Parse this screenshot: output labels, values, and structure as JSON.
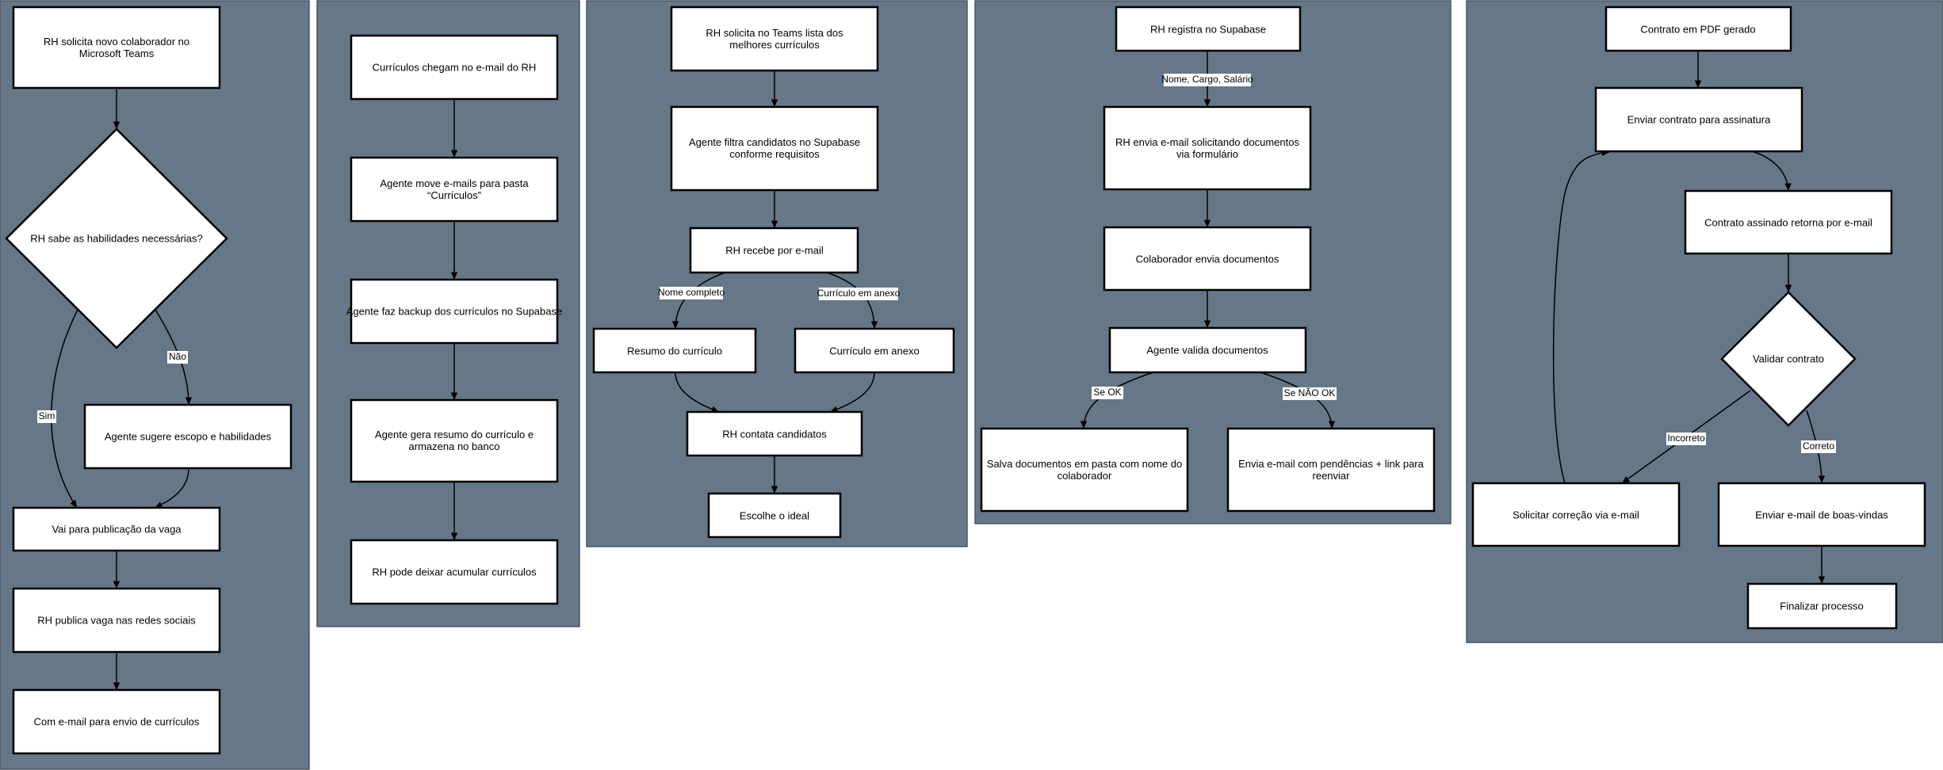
{
  "lanes": {
    "solicitacao": {
      "n1": "RH solicita novo colaborador no Microsoft Teams",
      "decision": "RH sabe as habilidades necessárias?",
      "yes_label": "Sim",
      "no_label": "Não",
      "n_agent": "Agente sugere escopo e habilidades",
      "n_pub": "Vai para publicação da vaga",
      "n_social": "RH publica vaga nas redes sociais",
      "n_email": "Com e-mail para envio de currículos"
    },
    "curriculos": {
      "n1": "Currículos chegam no e-mail do RH",
      "n2": "Agente move e-mails para pasta “Currículos”",
      "n3": "Agente faz backup dos currículos no Supabase",
      "n4": "Agente gera resumo do currículo e armazena no banco",
      "n5": "RH pode deixar acumular currículos"
    },
    "selecao": {
      "n1": "RH solicita no Teams lista dos melhores currículos",
      "n2": "Agente filtra candidatos no Supabase conforme requisitos",
      "n3": "RH recebe por e-mail",
      "l_left": "Nome completo",
      "l_right": "Currículo em anexo",
      "n_resumo": "Resumo do currículo",
      "n_anexo": "Currículo em anexo",
      "n_contata": "RH contata candidatos",
      "n_ideal": "Escolhe o ideal"
    },
    "registro": {
      "n1": "RH registra no Supabase",
      "l1": "Nome, Cargo, Salário",
      "n2": "RH envia e-mail solicitando documentos via formulário",
      "n3": "Colaborador envia documentos",
      "n4": "Agente valida documentos",
      "l_ok": "Se OK",
      "l_nok": "Se NÃO OK",
      "n_ok": "Salva documentos em pasta com nome do colaborador",
      "n_nok": "Envia e-mail com pendências + link para reenviar"
    },
    "contrato": {
      "n1": "Contrato em PDF gerado",
      "n2": "Enviar contrato para assinatura",
      "n3": "Contrato assinado retorna por e-mail",
      "decision": "Validar contrato",
      "l_bad": "Incorreto",
      "l_good": "Correto",
      "n_fix": "Solicitar correção via e-mail",
      "n_welcome": "Enviar e-mail de boas-vindas",
      "n_end": "Finalizar processo"
    }
  }
}
